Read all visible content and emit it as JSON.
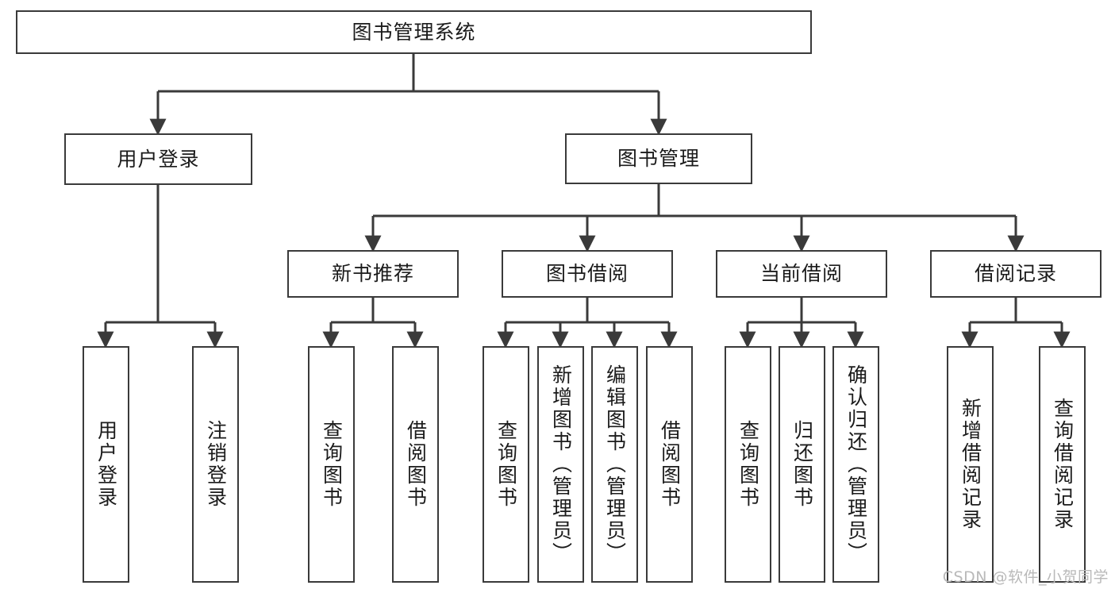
{
  "diagram": {
    "title": "图书管理系统",
    "type": "tree-hierarchy-diagram",
    "root": {
      "id": "root",
      "label": "图书管理系统"
    },
    "level2": [
      {
        "id": "user-login",
        "label": "用户登录"
      },
      {
        "id": "book-manage",
        "label": "图书管理"
      }
    ],
    "level3": [
      {
        "id": "new-book-recommend",
        "label": "新书推荐"
      },
      {
        "id": "book-borrow",
        "label": "图书借阅"
      },
      {
        "id": "current-borrow",
        "label": "当前借阅"
      },
      {
        "id": "borrow-record",
        "label": "借阅记录"
      }
    ],
    "leaves": {
      "user_login": [
        {
          "id": "leaf-user-login",
          "label": "用户登录"
        },
        {
          "id": "leaf-logout-login",
          "label": "注销登录"
        }
      ],
      "new_book_recommend": [
        {
          "id": "leaf-query-book-1",
          "label": "查询图书"
        },
        {
          "id": "leaf-borrow-book-1",
          "label": "借阅图书"
        }
      ],
      "book_borrow": [
        {
          "id": "leaf-query-book-2",
          "label": "查询图书"
        },
        {
          "id": "leaf-add-book",
          "label": "新增图书（管理员）"
        },
        {
          "id": "leaf-edit-book",
          "label": "编辑图书（管理员）"
        },
        {
          "id": "leaf-borrow-book-2",
          "label": "借阅图书"
        }
      ],
      "current_borrow": [
        {
          "id": "leaf-query-book-3",
          "label": "查询图书"
        },
        {
          "id": "leaf-return-book",
          "label": "归还图书"
        },
        {
          "id": "leaf-confirm-return",
          "label": "确认归还（管理员）"
        }
      ],
      "borrow_record": [
        {
          "id": "leaf-add-record",
          "label": "新增借阅记录"
        },
        {
          "id": "leaf-query-record",
          "label": "查询借阅记录"
        }
      ]
    },
    "colors": {
      "stroke": "#3a3a3a",
      "fill": "#ffffff",
      "text": "#1b1b1b",
      "watermark": "#b9b9b9"
    }
  },
  "watermark": {
    "text": "CSDN @软件_小贺同学"
  }
}
